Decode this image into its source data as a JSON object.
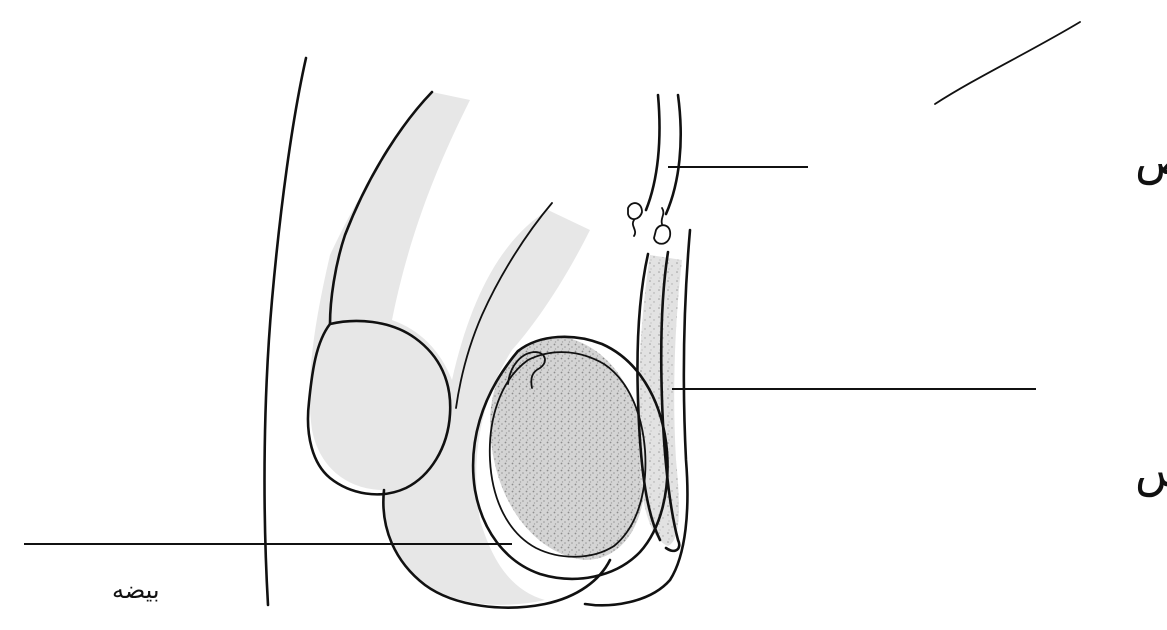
{
  "labels": {
    "top_right": "واز لغوص",
    "middle_right": "واز دمزانس",
    "bottom_left": "بيضه"
  }
}
